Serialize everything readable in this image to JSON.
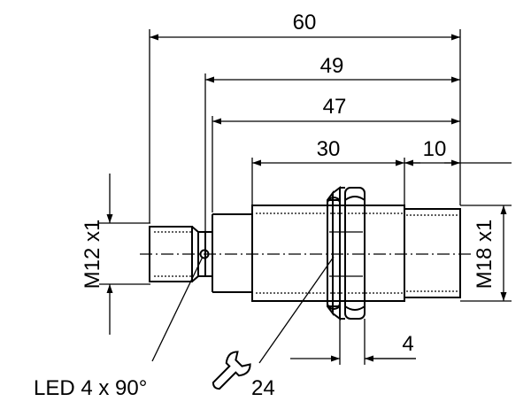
{
  "dimensions": {
    "overall_length": "60",
    "length_49": "49",
    "length_47": "47",
    "thread_length": "30",
    "front_length": "10",
    "nut_thickness": "4",
    "connector_thread": "M12 x1",
    "housing_thread": "M18 x1"
  },
  "annotations": {
    "led_note": "LED 4 x 90°",
    "wrench_size": "24"
  }
}
